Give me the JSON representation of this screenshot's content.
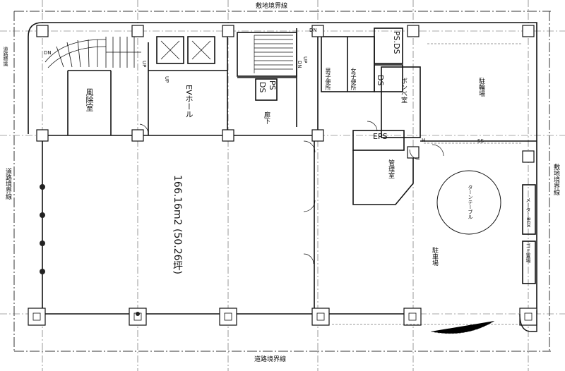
{
  "labels": {
    "boundary_top": "敷地境界線",
    "boundary_bottom": "道路境界線",
    "boundary_left": "道路境界線",
    "boundary_right": "敷地境界線",
    "floor_area": "166.16m2 (50.26坪)",
    "ev_hall": "EVホール",
    "wind_room": "風除室",
    "corridor": "廊下",
    "ps": "PS",
    "ds": "DS",
    "ps_ds": "PS.DS",
    "ds_small": "DS",
    "eps": "EPS",
    "cylinder": "ボンベ室",
    "mgmt": "管理室",
    "parking": "駐車場",
    "turntable": "ターンテーブル",
    "bike": "駐輪場",
    "mens_wc": "男子便所",
    "womens_wc": "女子便所",
    "box1": "ゴミ置場",
    "box2": "メーターBOX",
    "up1": "UP",
    "dn1": "DN",
    "up2": "UP",
    "dn2": "DN",
    "dn3": "DN",
    "up3": "UP",
    "ss": "SS",
    "h": "H",
    "sign": "道路標識"
  }
}
